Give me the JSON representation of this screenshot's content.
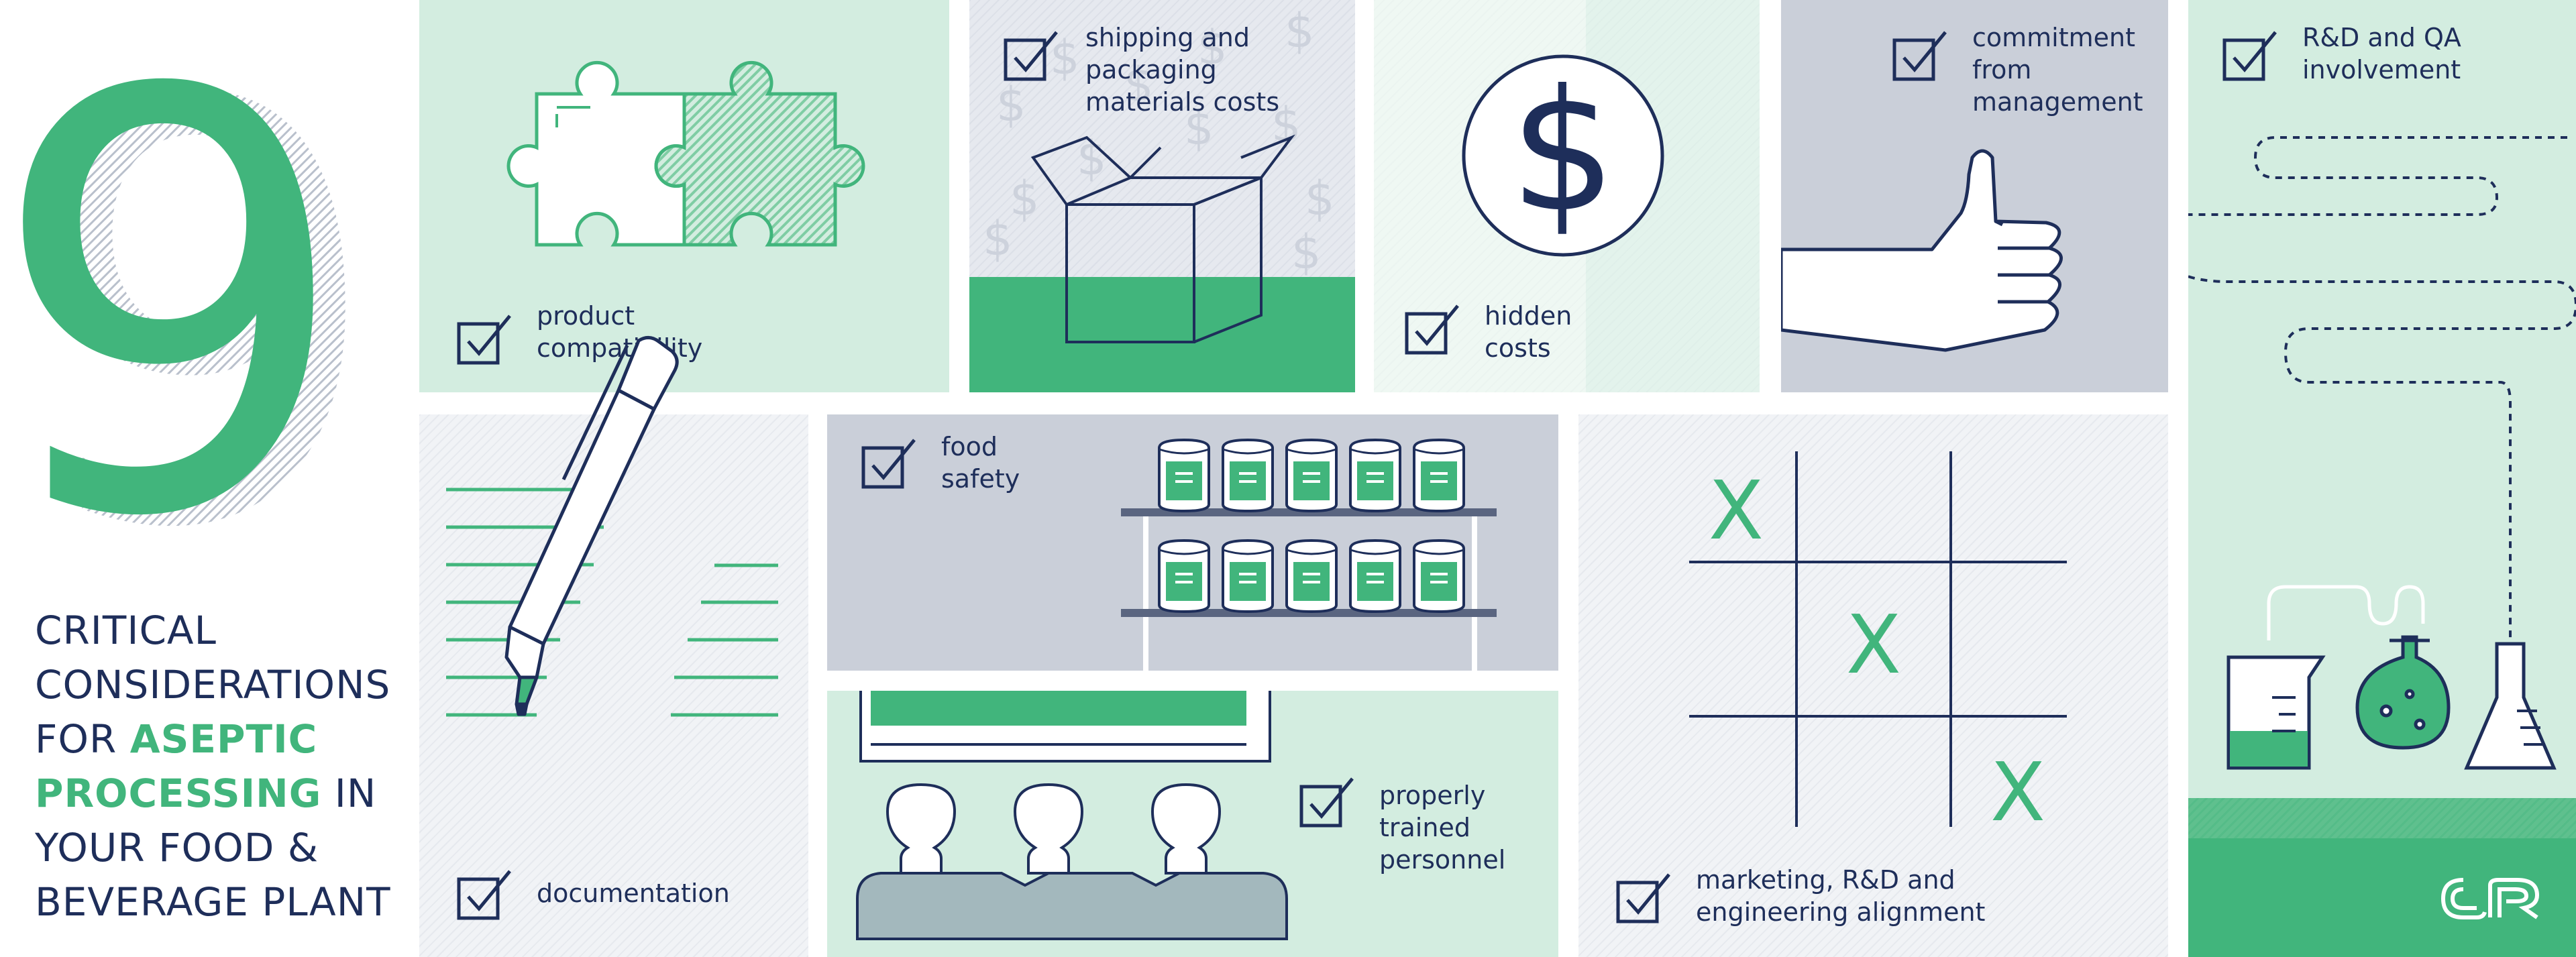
{
  "hero": {
    "number": "9",
    "title_line1": "CRITICAL",
    "title_line2": "CONSIDERATIONS",
    "title_for": "FOR ",
    "title_aseptic": "ASEPTIC",
    "title_processing": "PROCESSING",
    "title_in": " IN",
    "title_line5": "YOUR FOOD &",
    "title_line6": "BEVERAGE PLANT"
  },
  "considerations": [
    {
      "id": "product-compatibility",
      "lines": [
        "product",
        "compatibility"
      ],
      "icon": "puzzle-icon"
    },
    {
      "id": "shipping-packaging",
      "lines": [
        "shipping and",
        "packaging",
        "materials costs"
      ],
      "icon": "box-icon"
    },
    {
      "id": "hidden-costs",
      "lines": [
        "hidden",
        "costs"
      ],
      "icon": "dollar-icon"
    },
    {
      "id": "commitment-management",
      "lines": [
        "commitment",
        "from",
        "management"
      ],
      "icon": "thumbs-up-icon"
    },
    {
      "id": "rnd-qa",
      "lines": [
        "R&D and QA",
        "involvement"
      ],
      "icon": "lab-glassware-icon"
    },
    {
      "id": "documentation",
      "lines": [
        "documentation"
      ],
      "icon": "pen-icon"
    },
    {
      "id": "food-safety",
      "lines": [
        "food",
        "safety"
      ],
      "icon": "cans-shelf-icon"
    },
    {
      "id": "trained-personnel",
      "lines": [
        "properly",
        "trained",
        "personnel"
      ],
      "icon": "people-icon"
    },
    {
      "id": "marketing-alignment",
      "lines": [
        "marketing, R&D and",
        "engineering alignment"
      ],
      "icon": "tic-tac-toe-icon"
    }
  ],
  "tictactoe": {
    "mark": "X"
  },
  "logo": {
    "text": "crb"
  },
  "colors": {
    "navy": "#1e2e5a",
    "green": "#41b57c",
    "mint": "#d3ede0",
    "light_mint": "#e3f3ec",
    "gray_blue": "#cacfd9",
    "light_gray": "#f1f3f6"
  }
}
